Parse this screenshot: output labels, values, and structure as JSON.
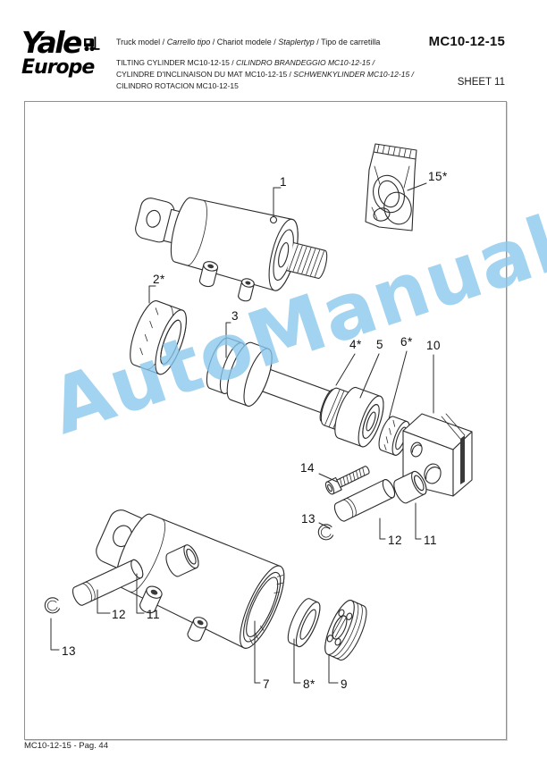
{
  "logo": {
    "brand": "Yale",
    "region": "Europe",
    "icon": "forklift-icon"
  },
  "header": {
    "truck_line": {
      "s0": "Truck model / ",
      "s1": "Carrello tipo",
      "s2": " / Chariot modele / ",
      "s3": "Staplertyp",
      "s4": " / Tipo de carretilla"
    },
    "model_code": "MC10-12-15",
    "subtitle": {
      "line1_a": "TILTING CYLINDER MC10-12-15 / ",
      "line1_b": "CILINDRO BRANDEGGIO MC10-12-15 /",
      "line2_a": "CYLINDRE D'INCLINAISON DU MAT MC10-12-15 / ",
      "line2_b": "SCHWENKYLINDER MC10-12-15 /",
      "line3": "CILINDRO ROTACION MC10-12-15"
    },
    "sheet": "SHEET 11"
  },
  "watermark": {
    "text": "AutoManual",
    "color": "#88c7ec"
  },
  "diagram": {
    "labels": [
      {
        "part": "1"
      },
      {
        "part": "15*"
      },
      {
        "part": "2*"
      },
      {
        "part": "3"
      },
      {
        "part": "4*"
      },
      {
        "part": "5"
      },
      {
        "part": "6*"
      },
      {
        "part": "10"
      },
      {
        "part": "14"
      },
      {
        "part": "13"
      },
      {
        "part": "12"
      },
      {
        "part": "11"
      },
      {
        "part": "12"
      },
      {
        "part": "11"
      },
      {
        "part": "13"
      },
      {
        "part": "7"
      },
      {
        "part": "8*"
      },
      {
        "part": "9"
      }
    ]
  },
  "footer": {
    "text": "MC10-12-15 - Pag. 44"
  }
}
